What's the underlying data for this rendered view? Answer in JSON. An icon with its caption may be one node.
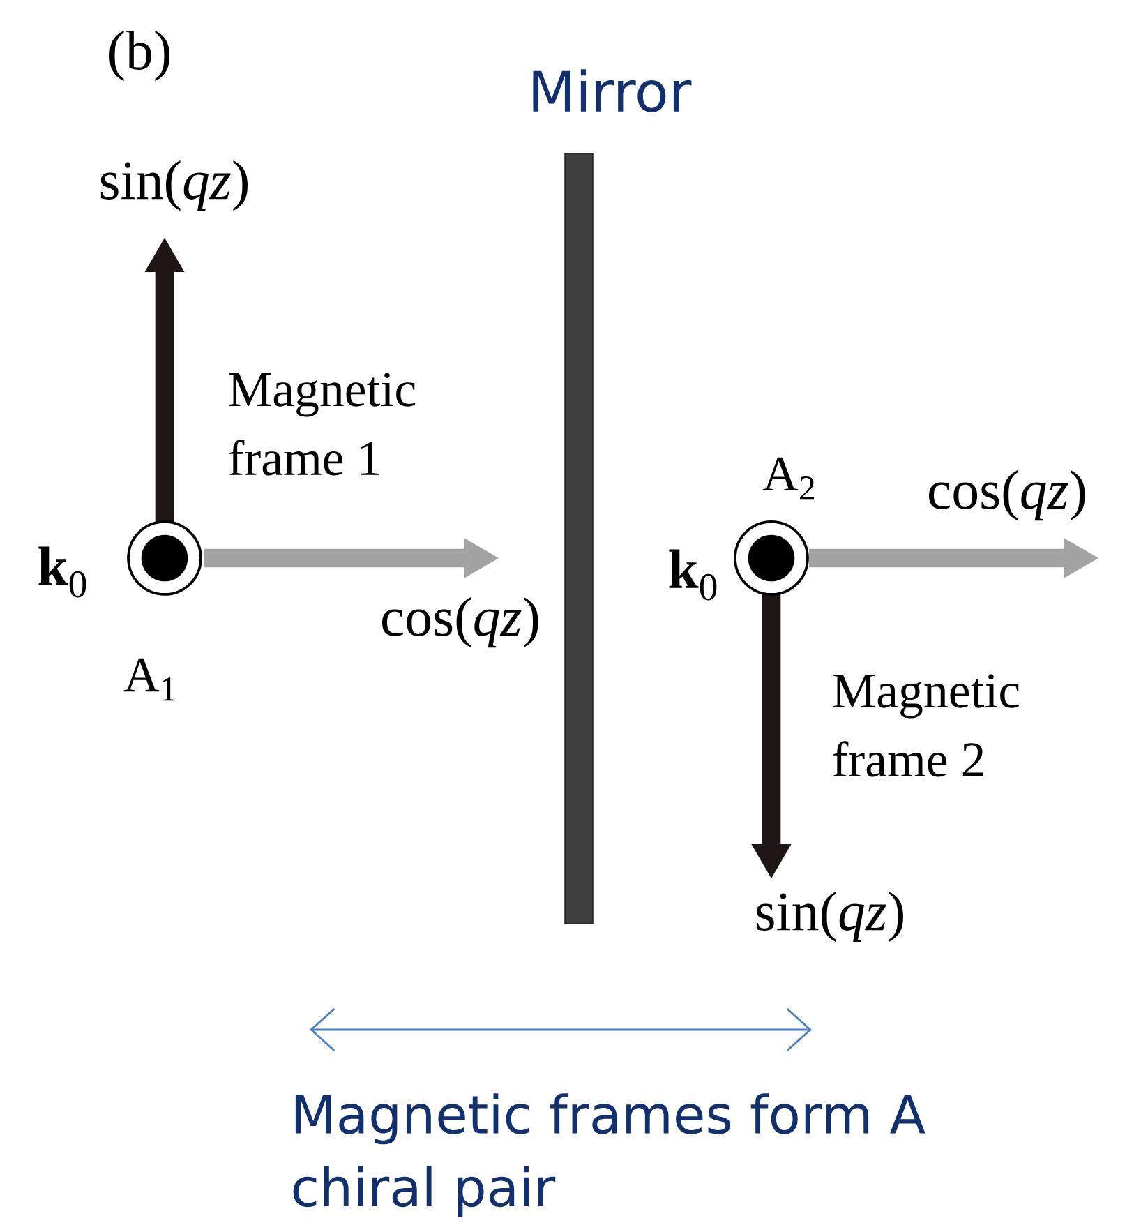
{
  "diagram": {
    "labels": [
      "(b)",
      "Mirror",
      "sin(*qz*)",
      "Magnetic frame 1",
      "A$_{2}$",
      "cos(*qz*)",
      "**k**$_{0}$",
      "**k**$_{0}$",
      "cos(*qz*)",
      "A$_{1}$",
      "Magnetic frame 2",
      "sin(*qz*)",
      "Magnetic frames form A chiral pair"
    ]
  }
}
